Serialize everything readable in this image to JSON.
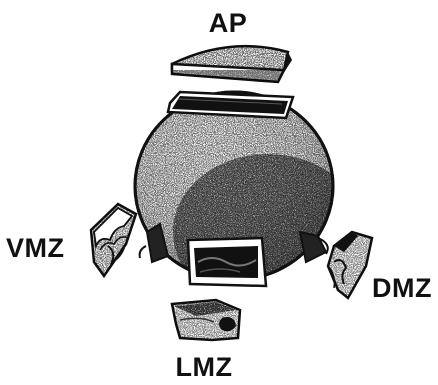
{
  "labels": {
    "ap": "AP",
    "vmz": "VMZ",
    "dmz": "DMZ",
    "lmz": "LMZ"
  },
  "colors": {
    "ink": "#111111",
    "paper": "#ffffff"
  }
}
